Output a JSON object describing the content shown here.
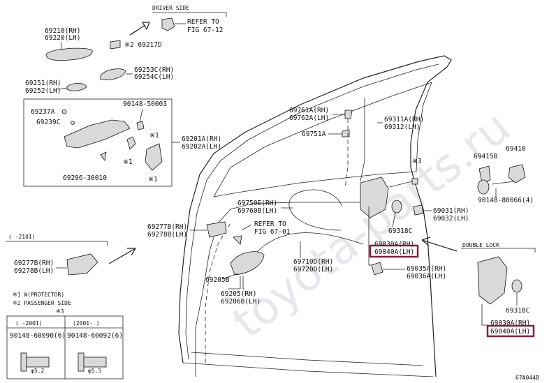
{
  "watermark": "toyota-parts.ru",
  "labels": {
    "driver_side": "DRIVER SIDE",
    "refer_fig_67_12_a": "REFER TO",
    "refer_fig_67_12_b": "FIG 67-12",
    "p69217D": "※2 69217D",
    "p69210": "69210(RH)",
    "p69220": "69220(LH)",
    "p69253C": "69253C(RH)",
    "p69254C": "69254C(LH)",
    "p69251": "69251(RH)",
    "p69252": "69252(LH)",
    "p69237A": "69237A",
    "p69239C": "69239C",
    "p90148_50003": "90148-50003",
    "p69296": "69296-30010",
    "p69201A": "69201A(RH)",
    "p69202A": "69202A(LH)",
    "mark1a": "※1",
    "mark1b": "※1",
    "mark1c": "※1",
    "p69761A": "69761A(RH)",
    "p69762A": "69762A(LH)",
    "p69751A": "69751A",
    "p69311A": "69311A(RH)",
    "p69312": "69312(LH)",
    "p69750E": "69750E(RH)",
    "p69760B": "69760B(LH)",
    "p69277B": "69277B(RH)",
    "p69278B": "69278B(LH)",
    "refer_fig_67_01_a": "REFER TO",
    "refer_fig_67_01_b": "FIG 67-01",
    "range_2101": "( -2101)",
    "p69277B_b": "69277B(RH)",
    "p69278B_b": "69278B(LH)",
    "p69205B": "69205B",
    "p69205": "69205(RH)",
    "p69206B": "69206B(LH)",
    "p69710D": "69710D(RH)",
    "p69720D": "69720D(LH)",
    "p69030A": "69030A(RH)",
    "p69040A": "69040A(LH)",
    "p69318C": "69318C",
    "p69031": "69031(RH)",
    "p69032": "69032(LH)",
    "p69035A": "69035A(RH)",
    "p69036A": "69036A(LH)",
    "mark3": "※3",
    "p69415B": "69415B",
    "p69410": "69410",
    "p90148_80066": "90148-80066(4)",
    "double_lock": "DOUBLE LOCK",
    "p69318C_b": "69318C",
    "p69030A_b": "69030A(RH)",
    "p69040A_b": "69040A(LH)",
    "note1": "※1 W(PROTECTOR)",
    "note2": "※2 PASSENGER SIDE",
    "note3": "※3",
    "col1_range": "( -2001)",
    "col2_range": "(2001- )",
    "col1_part": "90148-60090(6)",
    "col2_part": "90148-60092(6)",
    "col1_dim": "φ5.2",
    "col2_dim": "φ5.5",
    "fig_code": "67A044B"
  },
  "colors": {
    "highlight": "#8b1a3a",
    "line": "#222222",
    "part_fill": "#d9d9d9"
  }
}
